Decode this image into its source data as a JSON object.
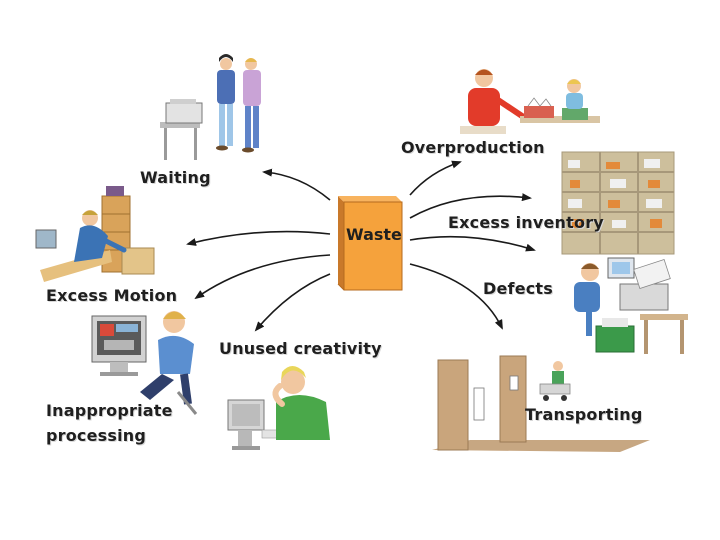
{
  "center": {
    "label": "Waste",
    "color": "#f5a23c"
  },
  "categories": [
    {
      "id": "waiting",
      "label": "Waiting"
    },
    {
      "id": "overproduction",
      "label": "Overproduction"
    },
    {
      "id": "excess-inventory",
      "label": "Excess inventory"
    },
    {
      "id": "defects",
      "label": "Defects"
    },
    {
      "id": "transporting",
      "label": "Transporting"
    },
    {
      "id": "unused-creativity",
      "label": "Unused creativity"
    },
    {
      "id": "excess-motion",
      "label": "Excess Motion"
    },
    {
      "id": "inappropriate-processing",
      "label_line1": "Inappropriate",
      "label_line2": "processing"
    }
  ]
}
